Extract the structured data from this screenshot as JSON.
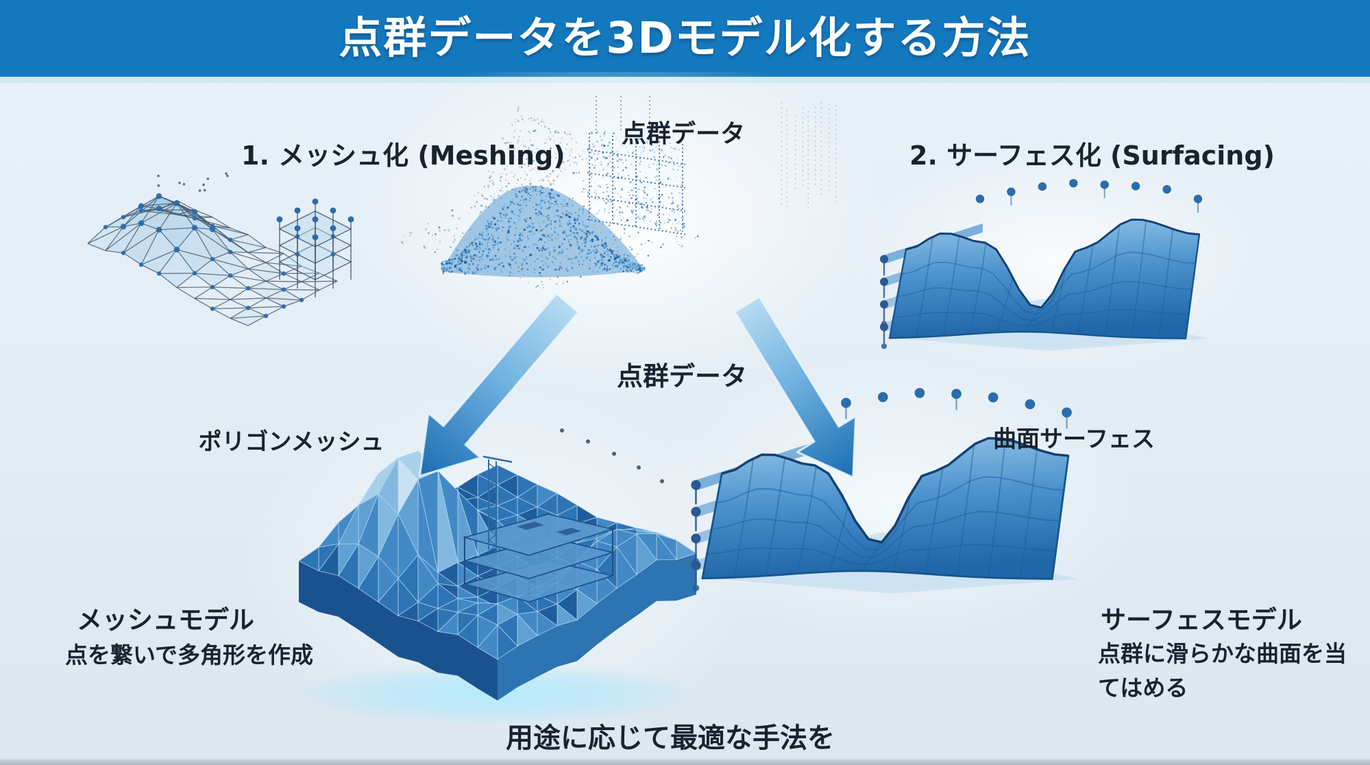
{
  "header": {
    "title": "点群データを3Dモデル化する方法"
  },
  "source": {
    "label_top": "点群データ",
    "label_center": "点群データ"
  },
  "methods": {
    "meshing": {
      "heading": "1. メッシュ化 (Meshing)",
      "stage_label": "ポリゴンメッシュ",
      "result_title": "メッシュモデル",
      "result_description": "点を繋いで多角形を作成"
    },
    "surfacing": {
      "heading": "2. サーフェス化 (Surfacing)",
      "stage_label": "曲面サーフェス",
      "result_title": "サーフェスモデル",
      "result_description": "点群に滑らかな曲面を当てはめる"
    }
  },
  "footer": {
    "caption": "用途に応じて最適な手法を"
  },
  "figures": {
    "top_center": "point-cloud",
    "left": "wireframe-mesh",
    "right": "curved-surface",
    "bottom_left": "mesh-model",
    "bottom_right": "surface-model"
  },
  "colors": {
    "header_bg": "#1478be",
    "background": "#e4eef6",
    "ink": "#172430",
    "arrow_light": "#b7dcf2",
    "arrow_dark": "#1a6db3",
    "model_blue": "#3f8aca",
    "model_dark": "#1d5b9b",
    "glow": "#aee8ff"
  }
}
